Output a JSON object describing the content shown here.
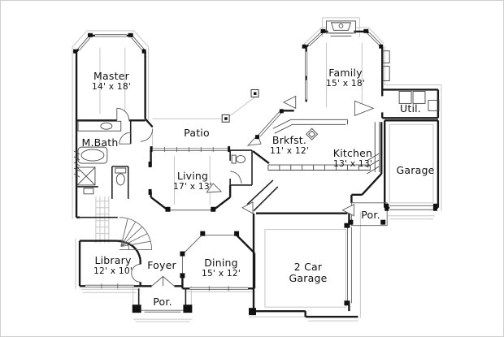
{
  "plan": {
    "type": "architectural-floor-plan",
    "colors": {
      "wall": "#1a1a1a",
      "detail": "#555555",
      "light": "#c6c6c6",
      "label": "#121212",
      "background": "#ffffff"
    },
    "rooms": [
      {
        "id": "master",
        "lines": [
          "Master",
          "14' x 18'"
        ]
      },
      {
        "id": "mbath",
        "lines": [
          "M.Bath"
        ]
      },
      {
        "id": "patio",
        "lines": [
          "Patio"
        ]
      },
      {
        "id": "living",
        "lines": [
          "Living",
          "17' x 13'"
        ]
      },
      {
        "id": "family",
        "lines": [
          "Family",
          "15' x 18'"
        ]
      },
      {
        "id": "brkfst",
        "lines": [
          "Brkfst.",
          "11' x 12'"
        ]
      },
      {
        "id": "kitchen",
        "lines": [
          "Kitchen",
          "13' x 13'"
        ]
      },
      {
        "id": "util",
        "lines": [
          "Util."
        ]
      },
      {
        "id": "garage-side",
        "lines": [
          "Garage"
        ]
      },
      {
        "id": "library",
        "lines": [
          "Library",
          "12' x 10'"
        ]
      },
      {
        "id": "foyer",
        "lines": [
          "Foyer"
        ]
      },
      {
        "id": "dining",
        "lines": [
          "Dining",
          "15' x 12'"
        ]
      },
      {
        "id": "porch-front",
        "lines": [
          "Por."
        ]
      },
      {
        "id": "porch-rear",
        "lines": [
          "Por."
        ]
      },
      {
        "id": "garage-2car",
        "lines": [
          "2 Car",
          "Garage"
        ]
      }
    ]
  }
}
